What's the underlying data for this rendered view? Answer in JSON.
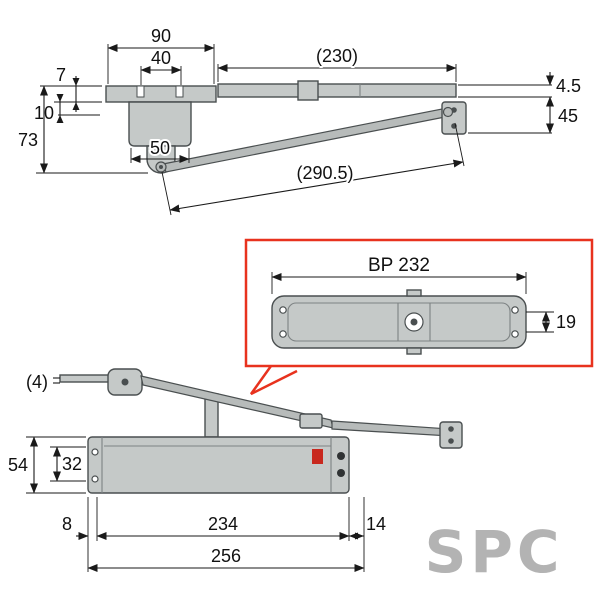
{
  "top_view": {
    "dim_90": "90",
    "dim_40": "40",
    "dim_7": "7",
    "dim_10": "10",
    "dim_73": "73",
    "dim_50": "50",
    "dim_230": "(230)",
    "dim_4_5": "4.5",
    "dim_45": "45",
    "dim_290_5": "(290.5)"
  },
  "detail_view": {
    "title": "BP 232",
    "dim_19": "19"
  },
  "side_view": {
    "dim_4": "(4)",
    "dim_54": "54",
    "dim_32": "32",
    "dim_8": "8",
    "dim_234": "234",
    "dim_14": "14",
    "dim_256": "256"
  },
  "watermark": "SPC",
  "colors": {
    "metal_gray": "#c5c9c8",
    "outline": "#4a4f50",
    "dimension": "#1a1a1a",
    "callout_red": "#e8321e",
    "brand_red": "#c8281e",
    "watermark_gray": "#b3b3b3"
  }
}
